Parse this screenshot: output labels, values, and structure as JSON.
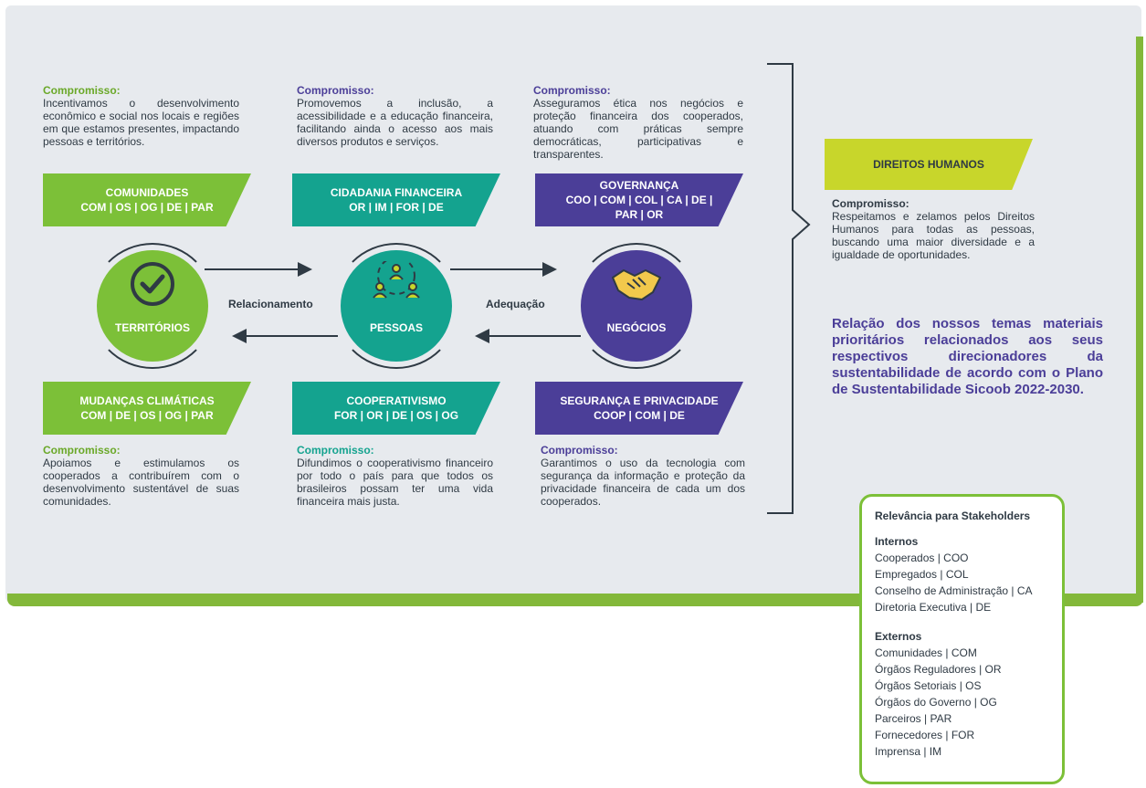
{
  "commitment_label": "Compromisso:",
  "commitments": {
    "comunidades": "Incentivamos o desenvolvimento econômico e social nos locais e regiões em que estamos presentes, impactando pessoas e territórios.",
    "cidadania": "Promovemos a inclusão, a acessibilidade e a educação financeira, facilitando ainda o acesso aos mais diversos produtos e serviços.",
    "governanca": "Asseguramos ética nos negócios e proteção financeira dos cooperados, atuando com práticas sempre democráticas, participativas e transparentes.",
    "mudancas": "Apoiamos e estimulamos os cooperados a contribuírem com o desenvolvimento sustentável de suas comunidades.",
    "cooperativismo": "Difundimos o cooperativismo financeiro por todo o país para que todos os brasileiros possam ter uma vida financeira mais justa.",
    "seguranca": "Garantimos o uso da tecnologia com segurança da informação e proteção da privacidade financeira de cada um dos cooperados.",
    "direitos": "Respeitamos e zelamos pelos Direitos Humanos para todas as pessoas, buscando uma maior diversidade e a igualdade de oportunidades."
  },
  "banners": {
    "comunidades": {
      "title": "COMUNIDADES",
      "codes": "COM | OS | OG | DE | PAR"
    },
    "cidadania": {
      "title": "CIDADANIA FINANCEIRA",
      "codes": "OR | IM | FOR | DE"
    },
    "governanca": {
      "title": "GOVERNANÇA",
      "codes": "COO | COM | COL | CA | DE |",
      "codes2": "PAR | OR"
    },
    "mudancas": {
      "title": "MUDANÇAS CLIMÁTICAS",
      "codes": "COM | DE | OS | OG | PAR"
    },
    "cooperativismo": {
      "title": "COOPERATIVISMO",
      "codes": "FOR | OR | DE | OS | OG"
    },
    "seguranca": {
      "title": "SEGURANÇA E PRIVACIDADE",
      "codes": "COOP | COM | DE"
    },
    "direitos": {
      "title": "DIREITOS HUMANOS"
    }
  },
  "circles": {
    "territorios": "TERRITÓRIOS",
    "pessoas": "PESSOAS",
    "negocios": "NEGÓCIOS"
  },
  "arrows": {
    "relacionamento": "Relacionamento",
    "adequacao": "Adequação"
  },
  "caption": "Relação dos nossos temas materiais prioritários relacionados aos seus respectivos direcionadores da sustentabilidade de acordo com o Plano de Sustentabilidade Sicoob 2022-2030.",
  "stakeholders": {
    "title": "Relevância para Stakeholders",
    "internos_label": "Internos",
    "internos": [
      "Cooperados | COO",
      "Empregados | COL",
      "Conselho de Administração | CA",
      "Diretoria Executiva | DE"
    ],
    "externos_label": "Externos",
    "externos": [
      "Comunidades | COM",
      "Órgãos Reguladores | OR",
      "Órgãos Setoriais | OS",
      "Órgãos do Governo | OG",
      "Parceiros | PAR",
      "Fornecedores | FOR",
      "Imprensa | IM"
    ]
  },
  "colors": {
    "green": "#7cc038",
    "teal": "#14a38f",
    "purple": "#4b3e98",
    "lime": "#c8d62b",
    "gold": "#f2c94c"
  },
  "icons": {
    "territorios": "check-circle-icon",
    "pessoas": "people-network-icon",
    "negocios": "handshake-icon"
  }
}
